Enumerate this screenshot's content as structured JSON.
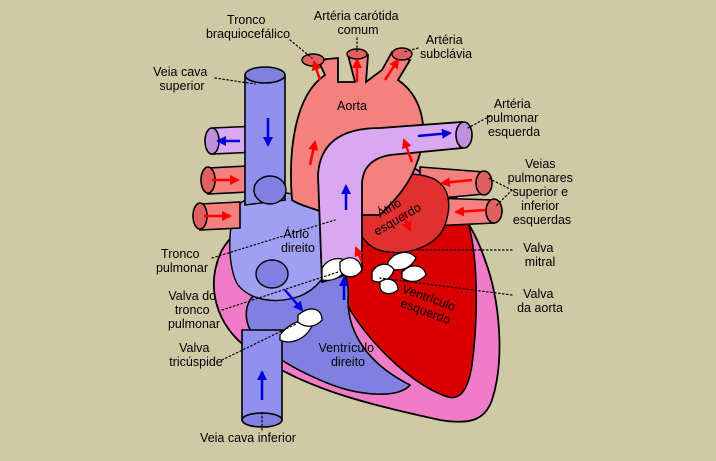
{
  "colors": {
    "background": "#cfcaa6",
    "oxygenated": "#f48080",
    "oxygenated_dark": "#d80000",
    "deoxygenated": "#9090ee",
    "pulmonary": "#d8a8f0",
    "pericardium": "#f07cc8",
    "arrow_red": "#ff0000",
    "arrow_blue": "#0000dd"
  },
  "labels": {
    "tronco_braquiocefalico": [
      "Tronco",
      "braquiocefálico"
    ],
    "arteria_carotida": [
      "Artéria carótida",
      "comum"
    ],
    "arteria_subclavia": [
      "Artéria",
      "subclávia"
    ],
    "veia_cava_superior": [
      "Veia cava",
      "superior"
    ],
    "aorta": "Aorta",
    "arteria_pulmonar": [
      "Artéria",
      "pulmonar",
      "esquerda"
    ],
    "veias_pulmonares": [
      "Veias",
      "pulmonares",
      "superior e",
      "inferior",
      "esquerdas"
    ],
    "atrio_esquerdo": [
      "Átrio",
      "esquerdo"
    ],
    "atrio_direito": [
      "Átrio",
      "direito"
    ],
    "tronco_pulmonar": [
      "Tronco",
      "pulmonar"
    ],
    "valva_mitral": [
      "Valva",
      "mitral"
    ],
    "valva_tronco_pulmonar": [
      "Valva do",
      "tronco",
      "pulmonar"
    ],
    "ventriculo_esquerdo": [
      "Ventrículo",
      "esquerdo"
    ],
    "valva_aorta": [
      "Valva",
      "da aorta"
    ],
    "valva_tricuspide": [
      "Valva",
      "tricúspide"
    ],
    "ventriculo_direito": [
      "Ventrículo",
      "direito"
    ],
    "veia_cava_inferior": "Veia cava inferior"
  }
}
